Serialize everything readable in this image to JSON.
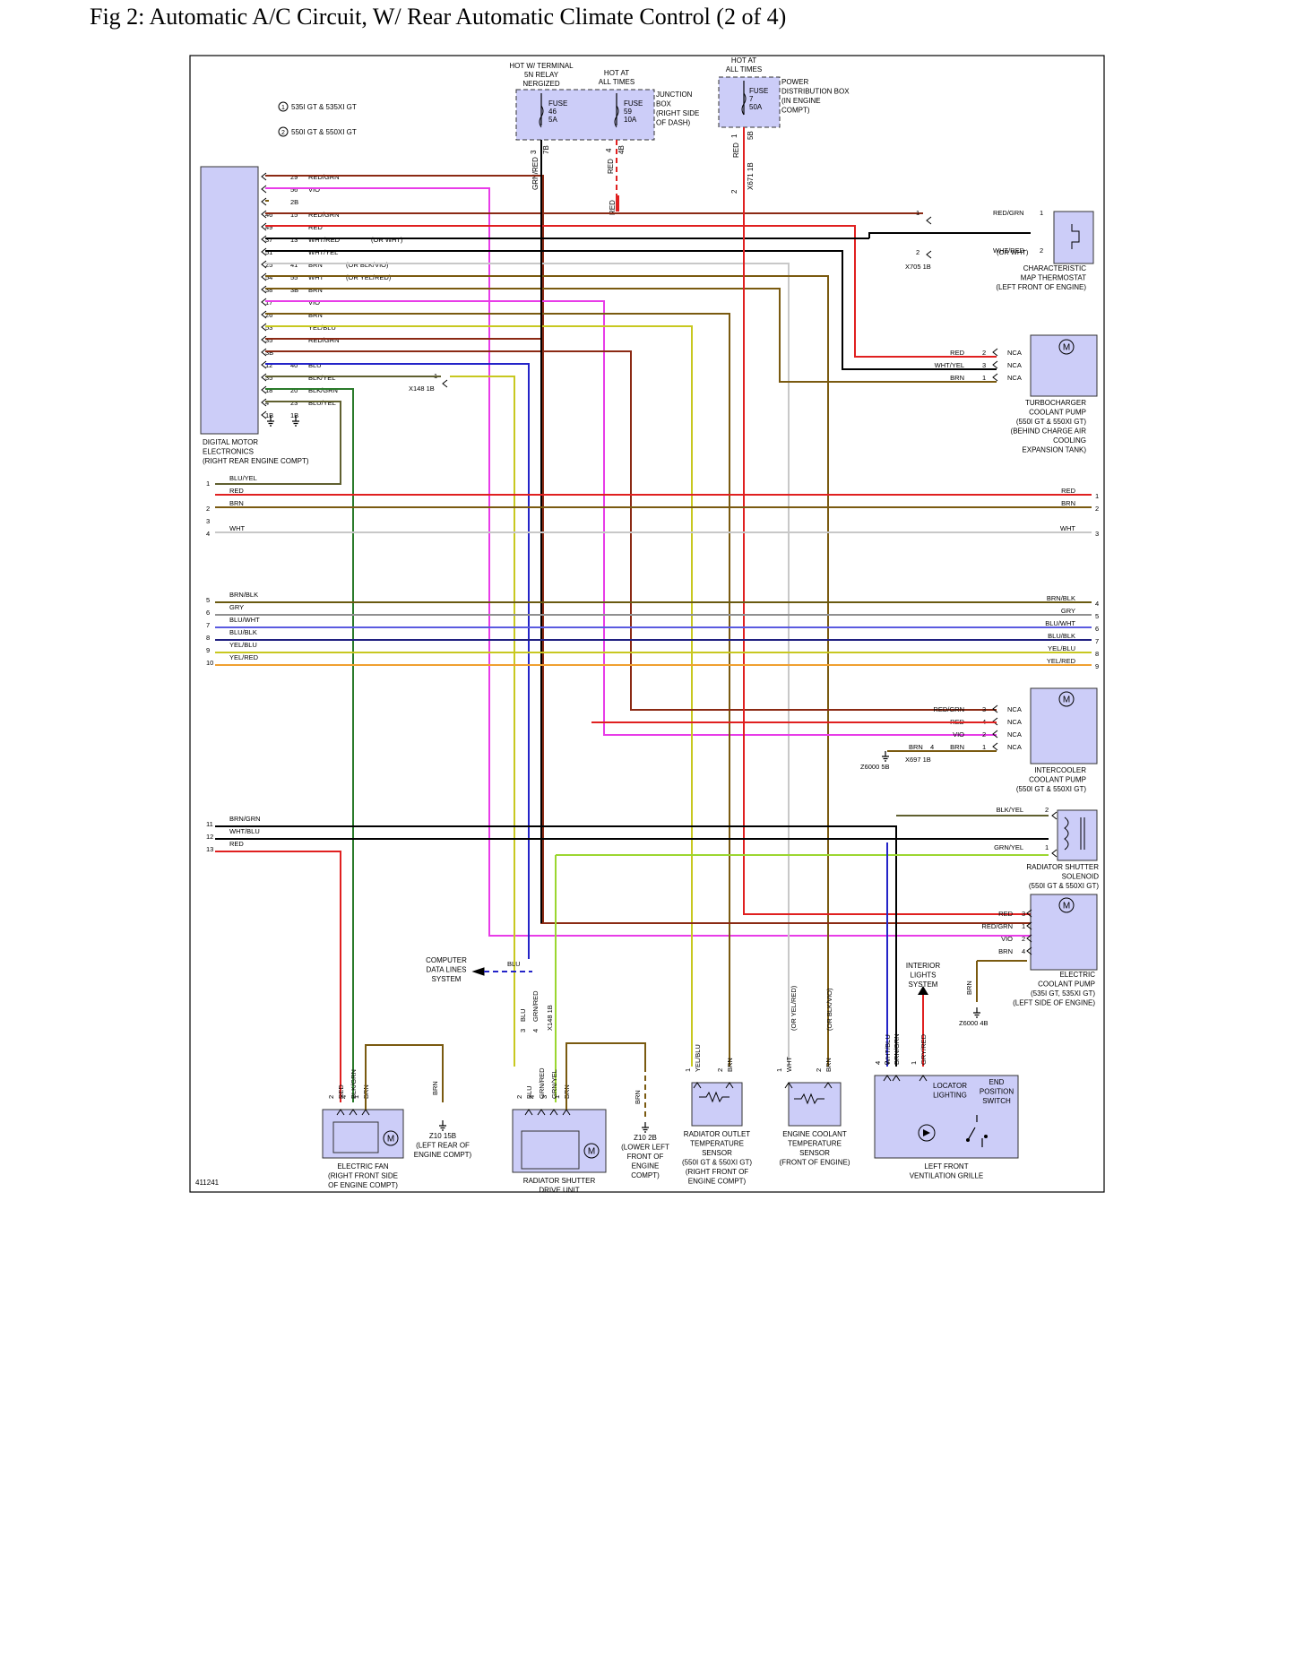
{
  "title": "Fig 2: Automatic A/C Circuit, W/ Rear Automatic Climate Control (2 of 4)",
  "figure_id": "411241",
  "colors": {
    "component_fill": "#cccdf8",
    "RED": "#e02020",
    "RED/GRN": "#8b2a14",
    "VIO": "#e83ce8",
    "BRN": "#7a5a10",
    "WHT": "#c8c8c8",
    "GRN/YEL": "#9bd630",
    "BLU": "#2424c8",
    "YEL/BLU": "#c8c820",
    "BLK/GRN": "#2a7a2a",
    "GRY": "#909090",
    "BLU/WHT": "#5a5ae0",
    "BLU/BLK": "#202080",
    "YEL/RED": "#f0a030",
    "BRN/BLK": "#6a5a10",
    "BLK/YEL": "#606030"
  },
  "legend": [
    {
      "mark": "1",
      "text": "535I GT & 535XI GT"
    },
    {
      "mark": "2",
      "text": "550I GT & 550XI GT"
    }
  ],
  "power": {
    "hot_15n": "HOT W/ TERMINAL 15N RELAY ENERGIZED",
    "hot_at_all_times": "HOT AT ALL TIMES",
    "fuse46": [
      "FUSE",
      "46",
      "5A"
    ],
    "fuse59": [
      "FUSE",
      "59",
      "10A"
    ],
    "fuse7": [
      "FUSE",
      "7",
      "50A"
    ],
    "junction_box": [
      "JUNCTION",
      "BOX",
      "(RIGHT SIDE",
      "OF DASH)"
    ],
    "pdb": [
      "POWER",
      "DISTRIBUTION BOX",
      "(IN ENGINE",
      "COMPT)"
    ],
    "pin_labels": [
      "3",
      "7B",
      "4",
      "4B",
      "1",
      "5B",
      "2",
      "X671 1B"
    ],
    "wire_labels": [
      "GRN/RED",
      "RED",
      "RED",
      "RED"
    ]
  },
  "dme": {
    "name": [
      "DIGITAL MOTOR",
      "ELECTRONICS",
      "(RIGHT REAR ENGINE COMPT)"
    ],
    "pins": [
      {
        "a": "",
        "b": "29",
        "w": "RED/GRN",
        "n": ""
      },
      {
        "a": "",
        "b": "56",
        "w": "VIO",
        "n": ""
      },
      {
        "a": "",
        "b": "2B",
        "w": "",
        "n": ""
      },
      {
        "a": "46",
        "b": "15",
        "w": "RED/GRN",
        "n": ""
      },
      {
        "a": "49",
        "b": "",
        "w": "RED",
        "n": ""
      },
      {
        "a": "37",
        "b": "13",
        "w": "WHT/RED",
        "n": "(OR WHT)"
      },
      {
        "a": "51",
        "b": "",
        "w": "WHT/YEL",
        "n": ""
      },
      {
        "a": "25",
        "b": "41",
        "w": "BRN",
        "n": "(OR BLK/VIO)"
      },
      {
        "a": "54",
        "b": "55",
        "w": "WHT",
        "n": "(OR YEL/RED)"
      },
      {
        "a": "38",
        "b": "3B",
        "w": "BRN",
        "n": ""
      },
      {
        "a": "17",
        "b": "",
        "w": "VIO",
        "n": ""
      },
      {
        "a": "26",
        "b": "",
        "w": "BRN",
        "n": ""
      },
      {
        "a": "53",
        "b": "",
        "w": "YEL/BLU",
        "n": ""
      },
      {
        "a": "35",
        "b": "",
        "w": "RED/GRN",
        "n": ""
      },
      {
        "a": "3B",
        "b": "",
        "w": "",
        "n": ""
      },
      {
        "a": "12",
        "b": "40",
        "w": "BLU",
        "n": ""
      },
      {
        "a": "35",
        "b": "",
        "w": "BLK/YEL",
        "n": ""
      },
      {
        "a": "18",
        "b": "20",
        "w": "BLK/GRN",
        "n": ""
      },
      {
        "a": "4",
        "b": "23",
        "w": "BLU/YEL",
        "n": ""
      },
      {
        "a": "1B",
        "b": "1B",
        "w": "",
        "n": ""
      }
    ],
    "x148": "X148 1B",
    "x148_pin": "1"
  },
  "thermostat": {
    "name": [
      "CHARACTERISTIC",
      "MAP THERMOSTAT",
      "(LEFT FRONT OF ENGINE)"
    ],
    "pins": [
      {
        "w": "RED/GRN",
        "p": "1",
        "n": ""
      },
      {
        "w": "WHT/RED",
        "p": "2",
        "n": "(OR WHT)"
      }
    ],
    "x705": "X705 1B",
    "x705_pins": [
      "1",
      "2"
    ]
  },
  "turbo_pump": {
    "name": [
      "TURBOCHARGER",
      "COOLANT PUMP",
      "(550I GT & 550XI GT)",
      "(BEHIND CHARGE AIR",
      "COOLING",
      "EXPANSION TANK)"
    ],
    "pins": [
      {
        "w": "RED",
        "p": "2",
        "n": "NCA"
      },
      {
        "w": "WHT/YEL",
        "p": "3",
        "n": "NCA"
      },
      {
        "w": "BRN",
        "p": "1",
        "n": "NCA"
      }
    ]
  },
  "bus_left": [
    {
      "p": "1",
      "w": "BLU/YEL"
    },
    {
      "p": "",
      "w": "RED"
    },
    {
      "p": "2",
      "w": "BRN"
    },
    {
      "p": "3",
      "w": ""
    },
    {
      "p": "4",
      "w": "WHT"
    },
    {
      "p": "5",
      "w": "BRN/BLK"
    },
    {
      "p": "6",
      "w": "GRY"
    },
    {
      "p": "7",
      "w": "BLU/WHT"
    },
    {
      "p": "8",
      "w": "BLU/BLK"
    },
    {
      "p": "9",
      "w": "YEL/BLU"
    },
    {
      "p": "10",
      "w": "YEL/RED"
    },
    {
      "p": "11",
      "w": "BRN/GRN"
    },
    {
      "p": "12",
      "w": "WHT/BLU"
    },
    {
      "p": "13",
      "w": "RED"
    }
  ],
  "bus_right": [
    {
      "p": "1",
      "w": "RED"
    },
    {
      "p": "2",
      "w": "BRN"
    },
    {
      "p": "3",
      "w": "WHT"
    },
    {
      "p": "4",
      "w": "BRN/BLK"
    },
    {
      "p": "5",
      "w": "GRY"
    },
    {
      "p": "6",
      "w": "BLU/WHT"
    },
    {
      "p": "7",
      "w": "BLU/BLK"
    },
    {
      "p": "8",
      "w": "YEL/BLU"
    },
    {
      "p": "9",
      "w": "YEL/RED"
    }
  ],
  "intercooler_pump": {
    "name": [
      "INTERCOOLER",
      "COOLANT PUMP",
      "(550I GT & 550XI GT)"
    ],
    "pins": [
      {
        "w": "RED/GRN",
        "p": "3",
        "n": "NCA"
      },
      {
        "w": "RED",
        "p": "4",
        "n": "NCA"
      },
      {
        "w": "VIO",
        "p": "2",
        "n": "NCA"
      },
      {
        "w": "BRN",
        "p": "1",
        "n": "NCA"
      }
    ],
    "ground_wire": "BRN",
    "ground_pin": "4",
    "ground": "Z6000 5B",
    "x697": "X697 1B"
  },
  "shutter_solenoid": {
    "name": [
      "RADIATOR SHUTTER",
      "SOLENOID",
      "(550I GT & 550XI GT)"
    ],
    "pins": [
      {
        "w": "BLK/YEL",
        "p": "2"
      },
      {
        "w": "GRN/YEL",
        "p": "1"
      }
    ]
  },
  "electric_pump": {
    "name": [
      "ELECTRIC",
      "COOLANT PUMP",
      "(535I GT, 535XI GT)",
      "(LEFT SIDE OF ENGINE)"
    ],
    "pins": [
      {
        "w": "RED",
        "p": "3"
      },
      {
        "w": "RED/GRN",
        "p": "1"
      },
      {
        "w": "VIO",
        "p": "2"
      },
      {
        "w": "BRN",
        "p": "4"
      }
    ],
    "ground_wire": "BRN",
    "ground": "Z6000 4B"
  },
  "computer_data": {
    "text": [
      "COMPUTER",
      "DATA LINES",
      "SYSTEM"
    ],
    "wire": "BLU"
  },
  "interior_lights": [
    "INTERIOR",
    "LIGHTS",
    "SYSTEM"
  ],
  "or_labels": [
    "(OR YEL/RED)",
    "(OR BLK/VIO)"
  ],
  "electric_fan": {
    "name": [
      "ELECTRIC FAN",
      "(RIGHT FRONT SIDE",
      "OF ENGINE COMPT)"
    ],
    "wires": [
      "RED",
      "BLK/GRN",
      "BRN"
    ],
    "pins": [
      "2",
      "4",
      "1"
    ]
  },
  "z10_15b": {
    "wire": "BRN",
    "name": [
      "Z10 15B",
      "(LEFT REAR OF",
      "ENGINE COMPT)"
    ]
  },
  "shutter_drive": {
    "name": [
      "RADIATOR SHUTTER",
      "DRIVE UNIT"
    ],
    "wires": [
      "BLU",
      "GRN/RED",
      "GRN/YEL",
      "BRN"
    ],
    "pins": [
      "2",
      "4",
      "3",
      "1"
    ],
    "upper_wires": [
      "BLU",
      "GRN/RED"
    ],
    "upper_pins": [
      "3",
      "4"
    ],
    "x148": "X148 1B"
  },
  "z10_2b": {
    "wire": "BRN",
    "name": [
      "Z10 2B",
      "(LOWER LEFT",
      "FRONT OF",
      "ENGINE",
      "COMPT)"
    ]
  },
  "rad_outlet_sensor": {
    "name": [
      "RADIATOR OUTLET",
      "TEMPERATURE",
      "SENSOR",
      "(550I GT & 550XI GT)",
      "(RIGHT FRONT OF",
      "ENGINE COMPT)"
    ],
    "wires": [
      "YEL/BLU",
      "BRN"
    ],
    "pins": [
      "1",
      "2"
    ]
  },
  "engine_coolant_sensor": {
    "name": [
      "ENGINE COOLANT",
      "TEMPERATURE",
      "SENSOR",
      "(FRONT OF ENGINE)"
    ],
    "wires": [
      "WHT",
      "BRN"
    ],
    "pins": [
      "1",
      "2"
    ]
  },
  "vent_grille": {
    "name": [
      "LEFT FRONT",
      "VENTILATION GRILLE"
    ],
    "wires": [
      "WHT/BLU",
      "BRN/GRN",
      "GRY/RED"
    ],
    "pins": [
      "4",
      "2",
      "1"
    ],
    "locator": [
      "LOCATOR",
      "LIGHTING"
    ],
    "switch": [
      "END",
      "POSITION",
      "SWITCH"
    ]
  }
}
